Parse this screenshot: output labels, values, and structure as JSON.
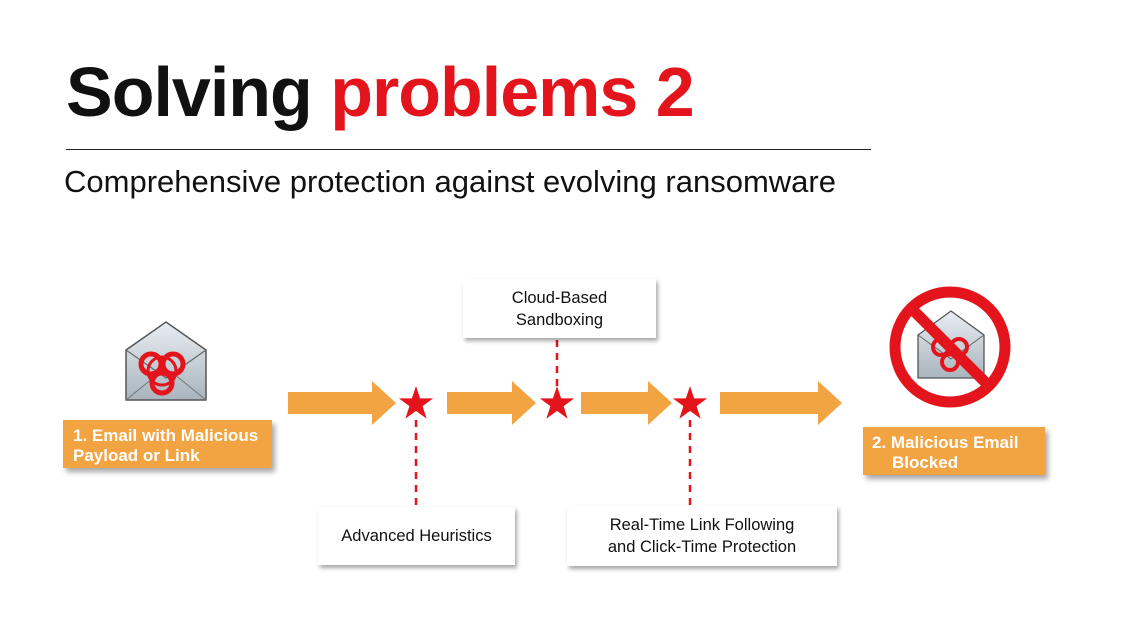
{
  "slide": {
    "title_main": "Solving",
    "title_accent": "problems 2",
    "subtitle": "Comprehensive protection against evolving ransomware"
  },
  "diagram": {
    "start_label_line1": "1. Email with Malicious",
    "start_label_line2": "Payload or Link",
    "end_label_line1": "2. Malicious Email",
    "end_label_line2": "Blocked",
    "stages": {
      "heuristics": "Advanced Heuristics",
      "sandbox_line1": "Cloud-Based",
      "sandbox_line2": "Sandboxing",
      "link_line1": "Real-Time Link Following",
      "link_line2": "and Click-Time Protection"
    },
    "icons": [
      "biohazard-envelope-icon",
      "blocked-envelope-icon",
      "arrow-icon",
      "star-icon"
    ],
    "colors": {
      "arrow": "#f3a442",
      "red": "#e3141b",
      "label_bg": "#f3a442"
    }
  }
}
